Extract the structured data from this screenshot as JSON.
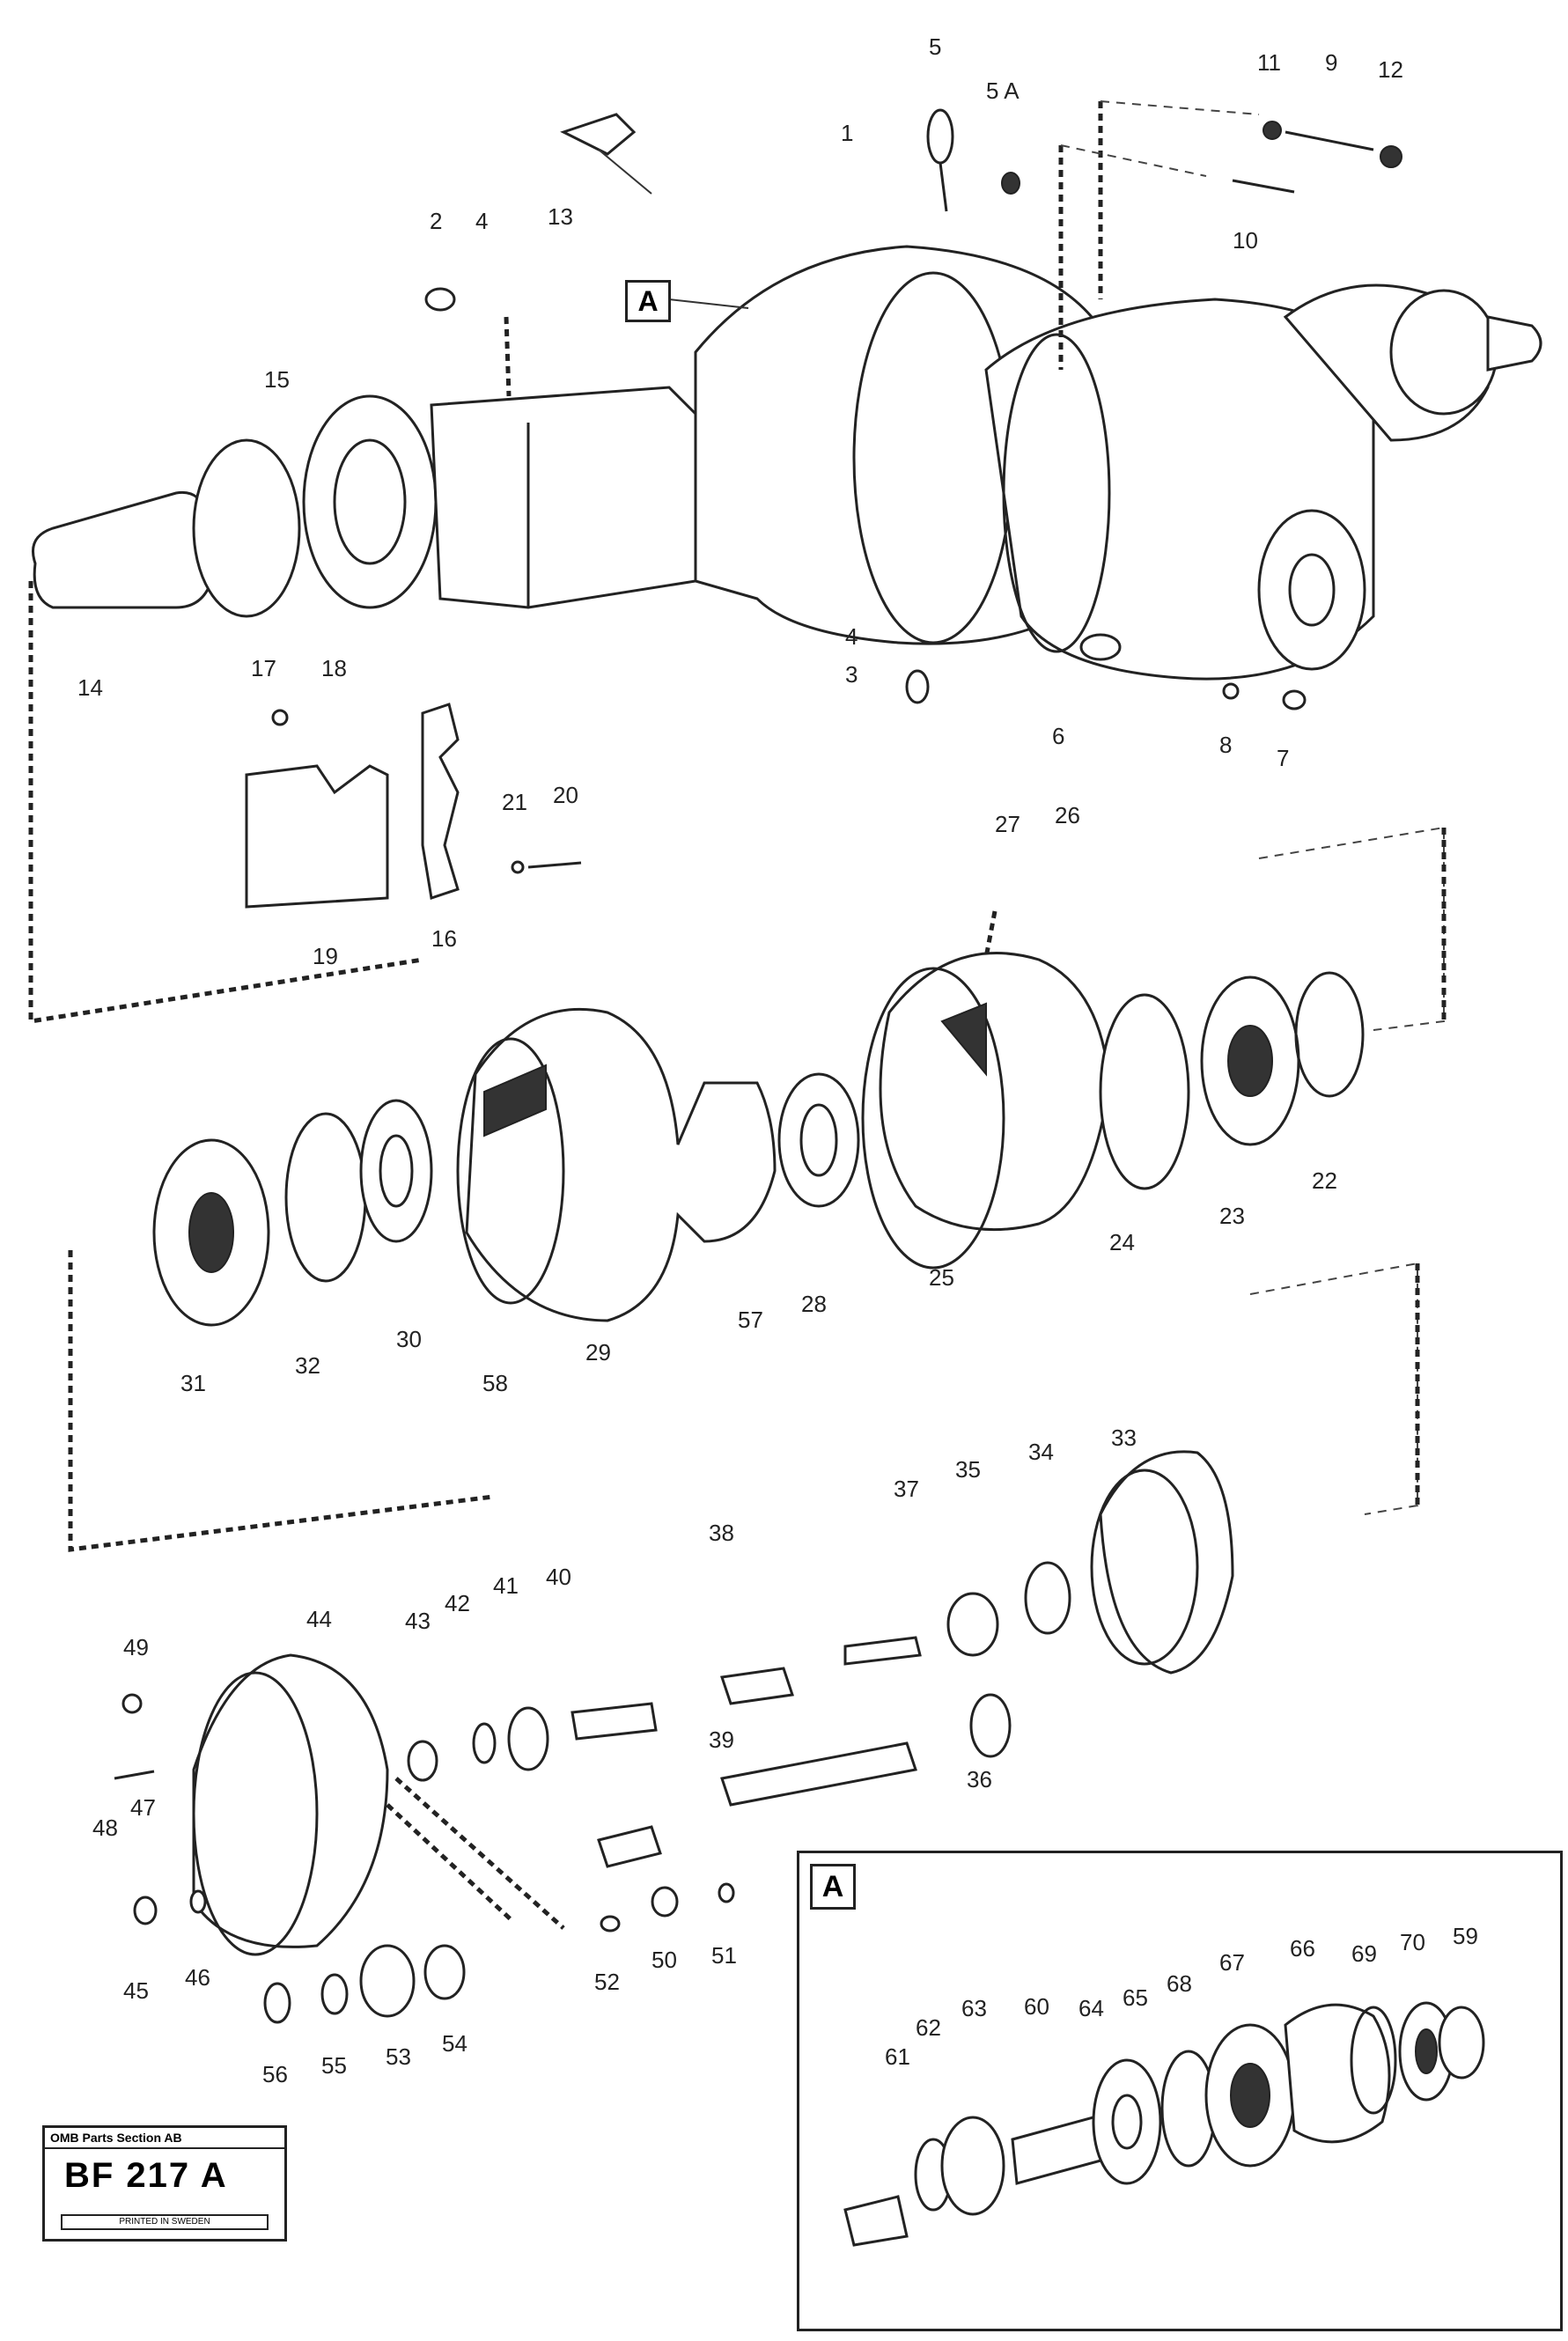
{
  "diagram": {
    "detail_label": "A",
    "callouts": [
      "1",
      "2",
      "3",
      "4",
      "4",
      "5",
      "5 A",
      "6",
      "7",
      "8",
      "9",
      "10",
      "11",
      "12",
      "13",
      "14",
      "15",
      "16",
      "17",
      "18",
      "19",
      "20",
      "21",
      "22",
      "23",
      "24",
      "25",
      "26",
      "27",
      "28",
      "29",
      "30",
      "31",
      "32",
      "33",
      "34",
      "35",
      "36",
      "37",
      "38",
      "39",
      "40",
      "41",
      "42",
      "43",
      "44",
      "45",
      "46",
      "47",
      "48",
      "49",
      "50",
      "51",
      "52",
      "53",
      "54",
      "55",
      "56",
      "57",
      "58",
      "59",
      "60",
      "61",
      "62",
      "63",
      "64",
      "65",
      "66",
      "67",
      "68",
      "69",
      "70"
    ]
  },
  "titleblock": {
    "company": "OMB Parts Section AB",
    "code": "BF 217 A",
    "footer": "PRINTED IN SWEDEN"
  }
}
